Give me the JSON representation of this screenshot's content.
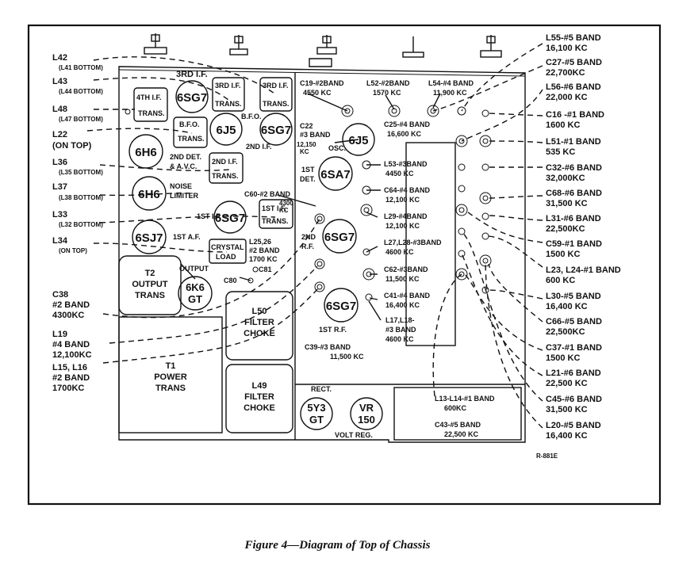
{
  "caption": "Figure 4—Diagram of Top of Chassis",
  "figure_id": "R-881E",
  "left_labels": [
    {
      "id": "l42",
      "line1": "L42",
      "line2": "(L41 BOTTOM)"
    },
    {
      "id": "l43",
      "line1": "L43",
      "line2": "(L44 BOTTOM)"
    },
    {
      "id": "l48",
      "line1": "L48",
      "line2": "(L47 BOTTOM)"
    },
    {
      "id": "l22",
      "line1": "L22",
      "line2": "(ON TOP)"
    },
    {
      "id": "l36",
      "line1": "L36",
      "line2": "(L35 BOTTOM)"
    },
    {
      "id": "l37",
      "line1": "L37",
      "line2": "(L38 BOTTOM)"
    },
    {
      "id": "l33",
      "line1": "L33",
      "line2": "(L32 BOTTOM)"
    },
    {
      "id": "l34",
      "line1": "L34",
      "line2": "(ON TOP)"
    },
    {
      "id": "c38",
      "line1": "C38",
      "line2": "#2 BAND",
      "line3": "4300KC"
    },
    {
      "id": "l19",
      "line1": "L19",
      "line2": "#4 BAND",
      "line3": "12,100KC"
    },
    {
      "id": "l15",
      "line1": "L15, L16",
      "line2": "#2 BAND",
      "line3": "1700KC"
    }
  ],
  "right_labels": [
    {
      "id": "l55",
      "line1": "L55-#5 BAND",
      "line2": "16,100 KC"
    },
    {
      "id": "c27",
      "line1": "C27-#5 BAND",
      "line2": "22,700KC"
    },
    {
      "id": "l56",
      "line1": "L56-#6 BAND",
      "line2": "22,000 KC"
    },
    {
      "id": "c16",
      "line1": "C16 -#1 BAND",
      "line2": "1600 KC"
    },
    {
      "id": "l51",
      "line1": "L51-#1 BAND",
      "line2": "535 KC"
    },
    {
      "id": "c32",
      "line1": "C32-#6 BAND",
      "line2": "32,000KC"
    },
    {
      "id": "c68",
      "line1": "C68-#6 BAND",
      "line2": "31,500 KC"
    },
    {
      "id": "l31",
      "line1": "L31-#6 BAND",
      "line2": "22,500KC"
    },
    {
      "id": "c59",
      "line1": "C59-#1 BAND",
      "line2": "1500 KC"
    },
    {
      "id": "l23",
      "line1": "L23, L24-#1 BAND",
      "line2": "600 KC"
    },
    {
      "id": "l30",
      "line1": "L30-#5 BAND",
      "line2": "16,400 KC"
    },
    {
      "id": "c66",
      "line1": "C66-#5 BAND",
      "line2": "22,500KC"
    },
    {
      "id": "c37",
      "line1": "C37-#1 BAND",
      "line2": "1500 KC"
    },
    {
      "id": "l21",
      "line1": "L21-#6 BAND",
      "line2": "22,500 KC"
    },
    {
      "id": "c45",
      "line1": "C45-#6 BAND",
      "line2": "31,500 KC"
    },
    {
      "id": "l20",
      "line1": "L20-#5 BAND",
      "line2": "16,400 KC"
    }
  ],
  "tubes": [
    {
      "id": "t6sg7a",
      "label": "6SG7"
    },
    {
      "id": "t6j5a",
      "label": "6J5"
    },
    {
      "id": "t6sg7b",
      "label": "6SG7"
    },
    {
      "id": "t6h6a",
      "label": "6H6"
    },
    {
      "id": "t6h6b",
      "label": "6H6"
    },
    {
      "id": "t6sg7c",
      "label": "6SG7"
    },
    {
      "id": "t6sj7",
      "label": "6SJ7"
    },
    {
      "id": "t6j5b",
      "label": "6J5"
    },
    {
      "id": "t6sa7",
      "label": "6SA7"
    },
    {
      "id": "t6sg7d",
      "label": "6SG7"
    },
    {
      "id": "t6sg7e",
      "label": "6SG7"
    },
    {
      "id": "t6k6",
      "line1": "6K6",
      "line2": "GT"
    },
    {
      "id": "t5y3",
      "line1": "5Y3",
      "line2": "GT"
    },
    {
      "id": "tvr",
      "line1": "VR",
      "line2": "150"
    }
  ],
  "inner": {
    "if3_top": "3RD I.F.",
    "if4": [
      "4TH I.F.",
      "TRANS."
    ],
    "if3a": [
      "3RD I.F.",
      "TRANS."
    ],
    "if3b": [
      "3RD I.F.",
      "TRANS."
    ],
    "bfo_box": [
      "B.F.O.",
      "TRANS."
    ],
    "bfo": "B.F.O.",
    "det2": [
      "2ND DET.",
      "& A.V.C."
    ],
    "if2_label": "2ND I.F.",
    "if2": [
      "2ND I.F.",
      "TRANS."
    ],
    "if1_box": [
      "1ST I.F.",
      "TRANS."
    ],
    "noise": [
      "NOISE",
      "LIMITER"
    ],
    "if1": "1ST I.F.",
    "af1": "1ST A.F.",
    "crystal": [
      "CRYSTAL",
      "LOAD"
    ],
    "l2526": [
      "L25,26",
      "#2 BAND",
      "1700 KC"
    ],
    "output": "OUTPUT",
    "c81": "C81",
    "c80": "C80",
    "t2": [
      "T2",
      "OUTPUT",
      "TRANS"
    ],
    "t1": [
      "T1",
      "POWER",
      "TRANS"
    ],
    "l50": [
      "L50",
      "FILTER",
      "CHOKE"
    ],
    "l49": [
      "L49",
      "FILTER",
      "CHOKE"
    ],
    "rect": "RECT.",
    "volt": "VOLT REG.",
    "c19": [
      "C19-#2BAND",
      "4550 KC"
    ],
    "l52": [
      "L52-#2BAND",
      "1570 KC"
    ],
    "l54": [
      "L54-#4 BAND",
      "11,900 KC"
    ],
    "c22": [
      "C22",
      "#3 BAND",
      "12,150",
      "KC"
    ],
    "osc": "OSC.",
    "c25": [
      "C25-#4 BAND",
      "16,600 KC"
    ],
    "det1": [
      "1ST",
      "DET."
    ],
    "l53": [
      "L53-#3BAND",
      "4450 KC"
    ],
    "c60": [
      "C60-#2 BAND",
      "4300",
      "KC"
    ],
    "c64": [
      "C64-#4 BAND",
      "12,100 KC"
    ],
    "l29": [
      "L29-#4BAND",
      "12,100 KC"
    ],
    "rf2": [
      "2ND",
      "R.F."
    ],
    "l2728": [
      "L27,L28-#3BAND",
      "4600 KC"
    ],
    "c62": [
      "C62-#3BAND",
      "11,500 KC"
    ],
    "c41": [
      "C41-#4 BAND",
      "16,400 KC"
    ],
    "rf1": "1ST R.F.",
    "l1718": [
      "L17,L18-",
      "#3 BAND",
      "4600 KC"
    ],
    "c39": [
      "C39-#3 BAND",
      "11,500 KC"
    ],
    "l1314": [
      "L13-L14-#1 BAND",
      "600KC"
    ],
    "c43": [
      "C43-#5 BAND",
      "22,500 KC"
    ]
  }
}
